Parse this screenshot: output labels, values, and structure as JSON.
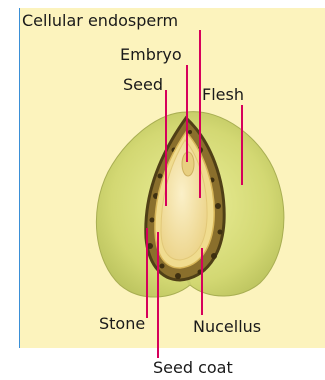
{
  "labels": {
    "cellular_endosperm": "Cellular endosperm",
    "embryo": "Embryo",
    "seed": "Seed",
    "flesh": "Flesh",
    "stone": "Stone",
    "nucellus": "Nucellus",
    "seed_coat": "Seed coat"
  },
  "colors": {
    "panel_background": "#fcf3bd",
    "panel_border": "#3a8fd6",
    "leader_line": "#d6005b",
    "flesh": "#d9dc7a",
    "stone": "#6b5a2a",
    "seed": "#f7e7b0",
    "embryo": "#f1dc96"
  }
}
